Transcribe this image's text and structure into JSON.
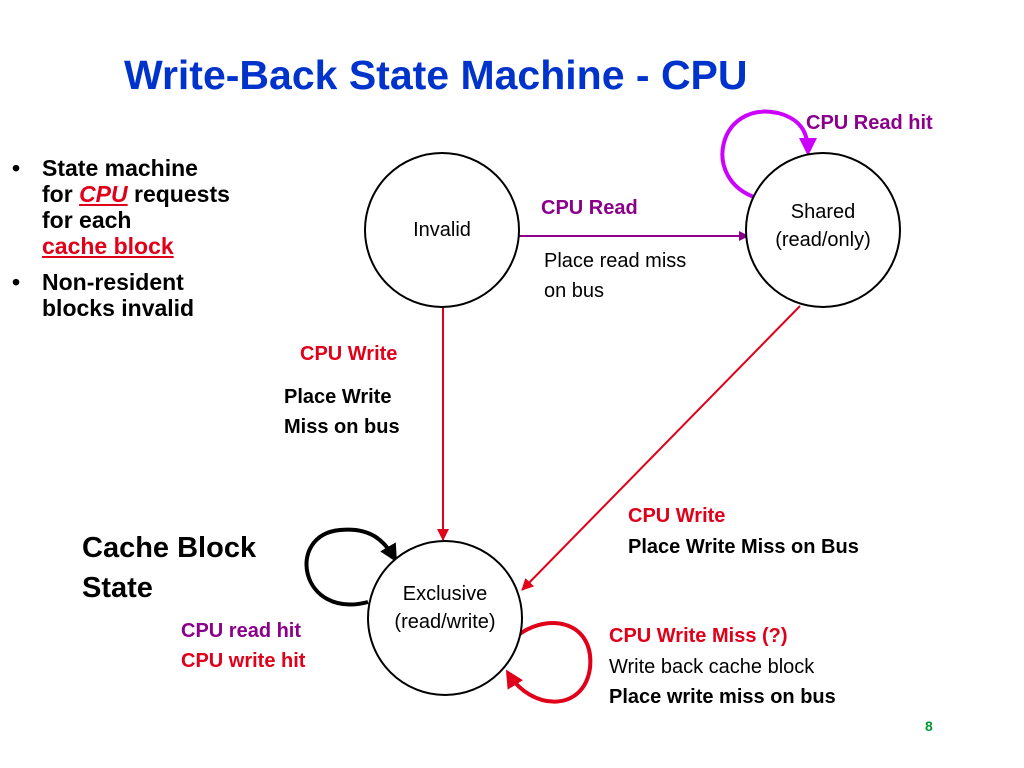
{
  "title": "Write-Back State Machine - CPU",
  "bullets": {
    "b1_line1": "State machine",
    "b1_for": "for",
    "b1_cpu": "CPU",
    "b1_requests": "requests",
    "b1_line3": "for each",
    "b1_cache_block": "cache block",
    "b2_line1": "Non-resident",
    "b2_line2": "blocks invalid"
  },
  "states": {
    "invalid": "Invalid",
    "shared_line1": "Shared",
    "shared_line2": "(read/only)",
    "exclusive_line1": "Exclusive",
    "exclusive_line2": "(read/write)"
  },
  "transitions": {
    "shared_self": "CPU Read hit",
    "invalid_to_shared_event": "CPU Read",
    "invalid_to_shared_action_1": "Place read miss",
    "invalid_to_shared_action_2": "on bus",
    "invalid_to_exclusive_event": "CPU Write",
    "invalid_to_exclusive_action_1": "Place Write",
    "invalid_to_exclusive_action_2": "Miss on bus",
    "shared_to_exclusive_event": "CPU Write",
    "shared_to_exclusive_action": "Place Write Miss on Bus",
    "exclusive_self_left_1": "CPU read hit",
    "exclusive_self_left_2": "CPU write hit",
    "exclusive_self_right_event": "CPU Write Miss (?)",
    "exclusive_self_right_action_1": "Write back cache block",
    "exclusive_self_right_action_2": "Place write miss on bus"
  },
  "cache_block_state": {
    "line1": "Cache Block",
    "line2": "State"
  },
  "page_number": "8",
  "colors": {
    "title": "#0033cc",
    "red": "#e0001a",
    "purple": "#8b008b",
    "magenta": "#cc00ff",
    "green": "#009933"
  }
}
